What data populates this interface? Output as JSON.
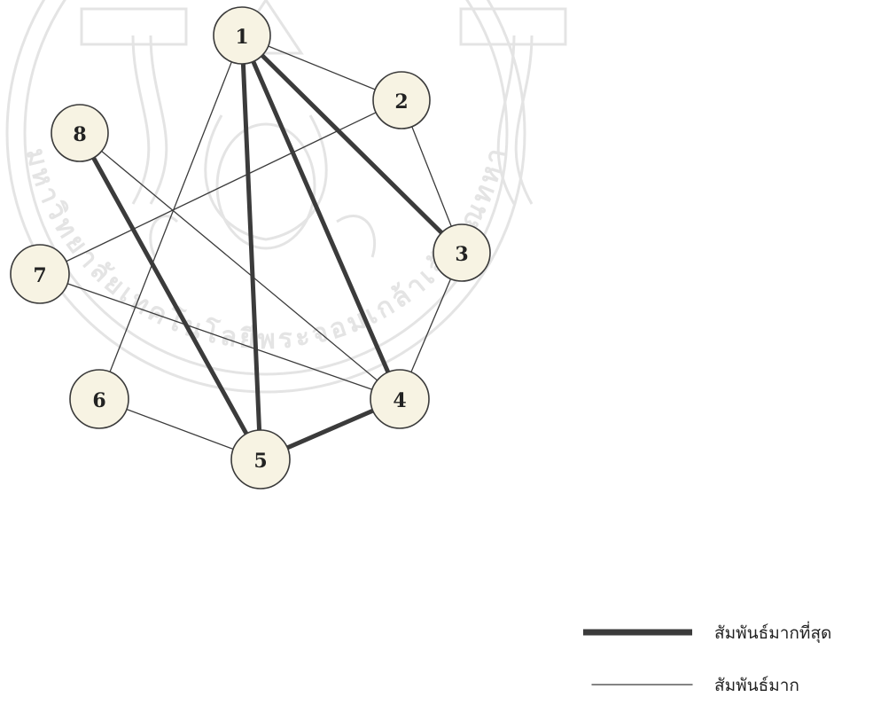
{
  "diagram": {
    "nodes": [
      {
        "id": "1",
        "label": "1"
      },
      {
        "id": "2",
        "label": "2"
      },
      {
        "id": "3",
        "label": "3"
      },
      {
        "id": "4",
        "label": "4"
      },
      {
        "id": "5",
        "label": "5"
      },
      {
        "id": "6",
        "label": "6"
      },
      {
        "id": "7",
        "label": "7"
      },
      {
        "id": "8",
        "label": "8"
      }
    ],
    "edges": [
      {
        "from": "1",
        "to": "3",
        "strength": "strongest"
      },
      {
        "from": "1",
        "to": "4",
        "strength": "strongest"
      },
      {
        "from": "1",
        "to": "5",
        "strength": "strongest"
      },
      {
        "from": "8",
        "to": "5",
        "strength": "strongest"
      },
      {
        "from": "5",
        "to": "4",
        "strength": "strongest"
      },
      {
        "from": "1",
        "to": "2",
        "strength": "strong"
      },
      {
        "from": "1",
        "to": "6",
        "strength": "strong"
      },
      {
        "from": "2",
        "to": "3",
        "strength": "strong"
      },
      {
        "from": "2",
        "to": "7",
        "strength": "strong"
      },
      {
        "from": "3",
        "to": "4",
        "strength": "strong"
      },
      {
        "from": "8",
        "to": "4",
        "strength": "strong"
      },
      {
        "from": "7",
        "to": "4",
        "strength": "strong"
      },
      {
        "from": "6",
        "to": "5",
        "strength": "strong"
      }
    ]
  },
  "legend": {
    "strongest_label": "สัมพันธ์มากที่สุด",
    "strong_label": "สัมพันธ์มาก"
  },
  "watermark": {
    "arc_text": "มหาวิทยาลัยเทคโนโลยีพระจอมเกล้าเจ้าคุณทหารลาดกระบัง"
  }
}
